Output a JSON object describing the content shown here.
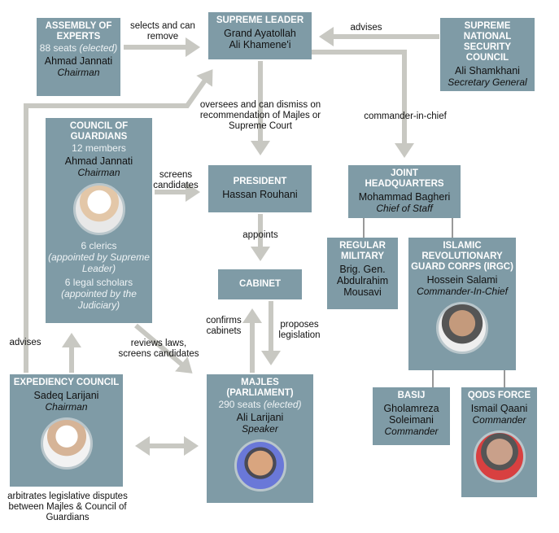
{
  "nodes": {
    "assembly": {
      "title": "ASSEMBLY OF EXPERTS",
      "seats": "88 seats",
      "seats_note": "(elected)",
      "name": "Ahmad Jannati",
      "role": "Chairman"
    },
    "leader": {
      "title": "SUPREME LEADER",
      "name1": "Grand Ayatollah",
      "name2": "Ali Khamene'i"
    },
    "snsc": {
      "title": "SUPREME NATIONAL SECURITY COUNCIL",
      "name": "Ali Shamkhani",
      "role": "Secretary General"
    },
    "guardians": {
      "title": "COUNCIL OF GUARDIANS",
      "members": "12 members",
      "name": "Ahmad Jannati",
      "role": "Chairman",
      "clerics": "6 clerics",
      "clerics_note": "(appointed by Supreme Leader)",
      "scholars": "6 legal scholars",
      "scholars_note": "(appointed by the Judiciary)"
    },
    "president": {
      "title": "PRESIDENT",
      "name": "Hassan Rouhani"
    },
    "jhq": {
      "title": "JOINT HEADQUARTERS",
      "name": "Mohammad Bagheri",
      "role": "Chief of Staff"
    },
    "military": {
      "title": "REGULAR MILITARY",
      "name": "Brig. Gen. Abdulrahim Mousavi"
    },
    "irgc": {
      "title": "ISLAMIC REVOLUTIONARY GUARD CORPS (IRGC)",
      "name": "Hossein Salami",
      "role": "Commander-In-Chief"
    },
    "cabinet": {
      "title": "CABINET"
    },
    "expediency": {
      "title": "EXPEDIENCY COUNCIL",
      "name": "Sadeq Larijani",
      "role": "Chairman"
    },
    "majles": {
      "title": "MAJLES (PARLIAMENT)",
      "seats": "290 seats",
      "seats_note": "(elected)",
      "name": "Ali Larijani",
      "role": "Speaker"
    },
    "basij": {
      "title": "BASIJ",
      "name": "Gholamreza Soleimani",
      "role": "Commander"
    },
    "qods": {
      "title": "QODS FORCE",
      "name": "Ismail Qaani",
      "role": "Commander"
    }
  },
  "edges": {
    "selects": "selects and can remove",
    "advises_snsc": "advises",
    "oversees": "oversees and can dismiss on recommendation of Majles or Supreme Court",
    "commander": "commander-in-chief",
    "screens": "screens candidates",
    "appoints": "appoints",
    "confirms": "confirms cabinets",
    "proposes": "proposes legislation",
    "reviews": "reviews laws, screens candidates",
    "advises_exp": "advises",
    "arbitrates": "arbitrates legislative disputes between Majles & Council of Guardians"
  },
  "colors": {
    "box": "#7f9ba6",
    "arrow": "#c8c8c2",
    "title": "#ffffff"
  }
}
